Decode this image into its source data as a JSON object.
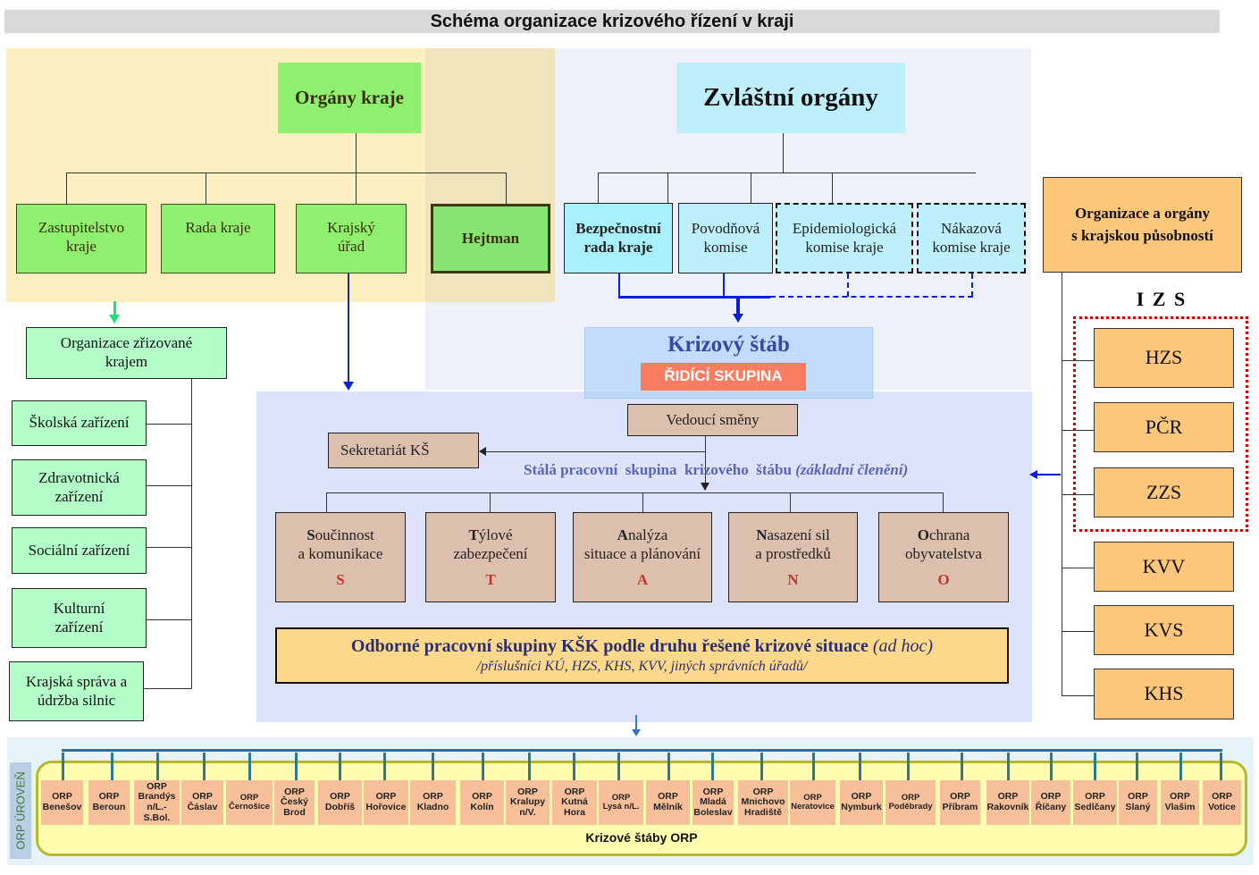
{
  "title": "Schéma organizace krizového řízení  v kraji",
  "organy_kraje": {
    "title": "Orgány kraje",
    "children": [
      "Zastupitelstvo kraje",
      "Rada kraje",
      "Krajský úřad",
      "Hejtman"
    ]
  },
  "zvlastni_organy": {
    "title": "Zvláštní orgány",
    "children": [
      {
        "label": "Bezpečnostní rada kraje",
        "style": "solid-bold"
      },
      {
        "label": "Povodňová komise",
        "style": "solid"
      },
      {
        "label": "Epidemiologická komise kraje",
        "style": "dashed"
      },
      {
        "label": "Nákazová komise kraje",
        "style": "dashed"
      }
    ]
  },
  "organizace_zrizovane": {
    "title": "Organizace zřizované krajem",
    "children": [
      "Školská zařízení",
      "Zdravotnická zařízení",
      "Sociální zařízení",
      "Kulturní zařízení",
      "Krajská správa a údržba silnic"
    ]
  },
  "krizovy_stab": {
    "title": "Krizový štáb",
    "ridici_skupina": "ŘIDÍCÍ SKUPINA",
    "vedouci_smeny": "Vedoucí směny",
    "sekretariat": "Sekretariát KŠ",
    "stala_skupina": "Stálá pracovní  skupina  krizového  štábu",
    "stala_skupina_note": "(základní členění)",
    "groups": [
      {
        "initial": "S",
        "rest_line1": "oučinnost",
        "line2": "a komunikace",
        "letter": "S"
      },
      {
        "initial": "T",
        "rest_line1": "ýlové",
        "line2": "zabezpečení",
        "letter": "T"
      },
      {
        "initial": "A",
        "rest_line1": "nalýza",
        "line2": "situace a plánování",
        "letter": "A"
      },
      {
        "initial": "N",
        "rest_line1": "asazení sil",
        "line2": "a prostředků",
        "letter": "N"
      },
      {
        "initial": "O",
        "rest_line1": "chrana",
        "line2": "obyvatelstva",
        "letter": "O"
      }
    ],
    "odborne_title": "Odborné pracovní skupiny KŠK podle druhu řešené krizové situace",
    "odborne_note": "(ad hoc)",
    "odborne_sub": "/příslušníci KÚ, HZS, KHS, KVV, jiných správních úřadů/"
  },
  "krajska_pusobnost": {
    "title_line1": "Organizace a orgány",
    "title_line2": "s krajskou působností",
    "izs_label": "I Z S",
    "izs_members": [
      "HZS",
      "PČR",
      "ZZS"
    ],
    "others": [
      "KVV",
      "KVS",
      "KHS"
    ]
  },
  "orp": {
    "side_label": "ORP ÚROVEŇ",
    "footer": "Krizové štáby ORP",
    "prefix": "ORP",
    "units": [
      [
        "Benešov"
      ],
      [
        "Beroun"
      ],
      [
        "Brandýs",
        "n/L.-S.Bol."
      ],
      [
        "Čáslav"
      ],
      [
        "Černošice"
      ],
      [
        "Český",
        "Brod"
      ],
      [
        "Dobříš"
      ],
      [
        "Hořovice"
      ],
      [
        "Kladno"
      ],
      [
        "Kolín"
      ],
      [
        "Kralupy",
        "n/V."
      ],
      [
        "Kutná",
        "Hora"
      ],
      [
        "Lysá n/L."
      ],
      [
        "Mělník"
      ],
      [
        "Mladá",
        "Boleslav"
      ],
      [
        "Mnichovo",
        "Hradiště"
      ],
      [
        "Neratovice"
      ],
      [
        "Nymburk"
      ],
      [
        "Poděbrady"
      ],
      [
        "Příbram"
      ],
      [
        "Rakovník"
      ],
      [
        "Říčany"
      ],
      [
        "Sedlčany"
      ],
      [
        "Slaný"
      ],
      [
        "Vlašim"
      ],
      [
        "Votice"
      ]
    ]
  },
  "colors": {
    "green_org": "#8ef06e",
    "cyan_org": "#bdf0fb",
    "mint_org": "#b3fec9",
    "tan_staff": "#dcbfad",
    "orange_org": "#fdc77b",
    "ridici_red": "#fa7d62",
    "stab_title": "#3c45a8",
    "group_letter": "#c0392b",
    "izs_dotted": "#d00000",
    "orp_cell": "#f8c09a",
    "orp_band": "#fffdb0"
  }
}
